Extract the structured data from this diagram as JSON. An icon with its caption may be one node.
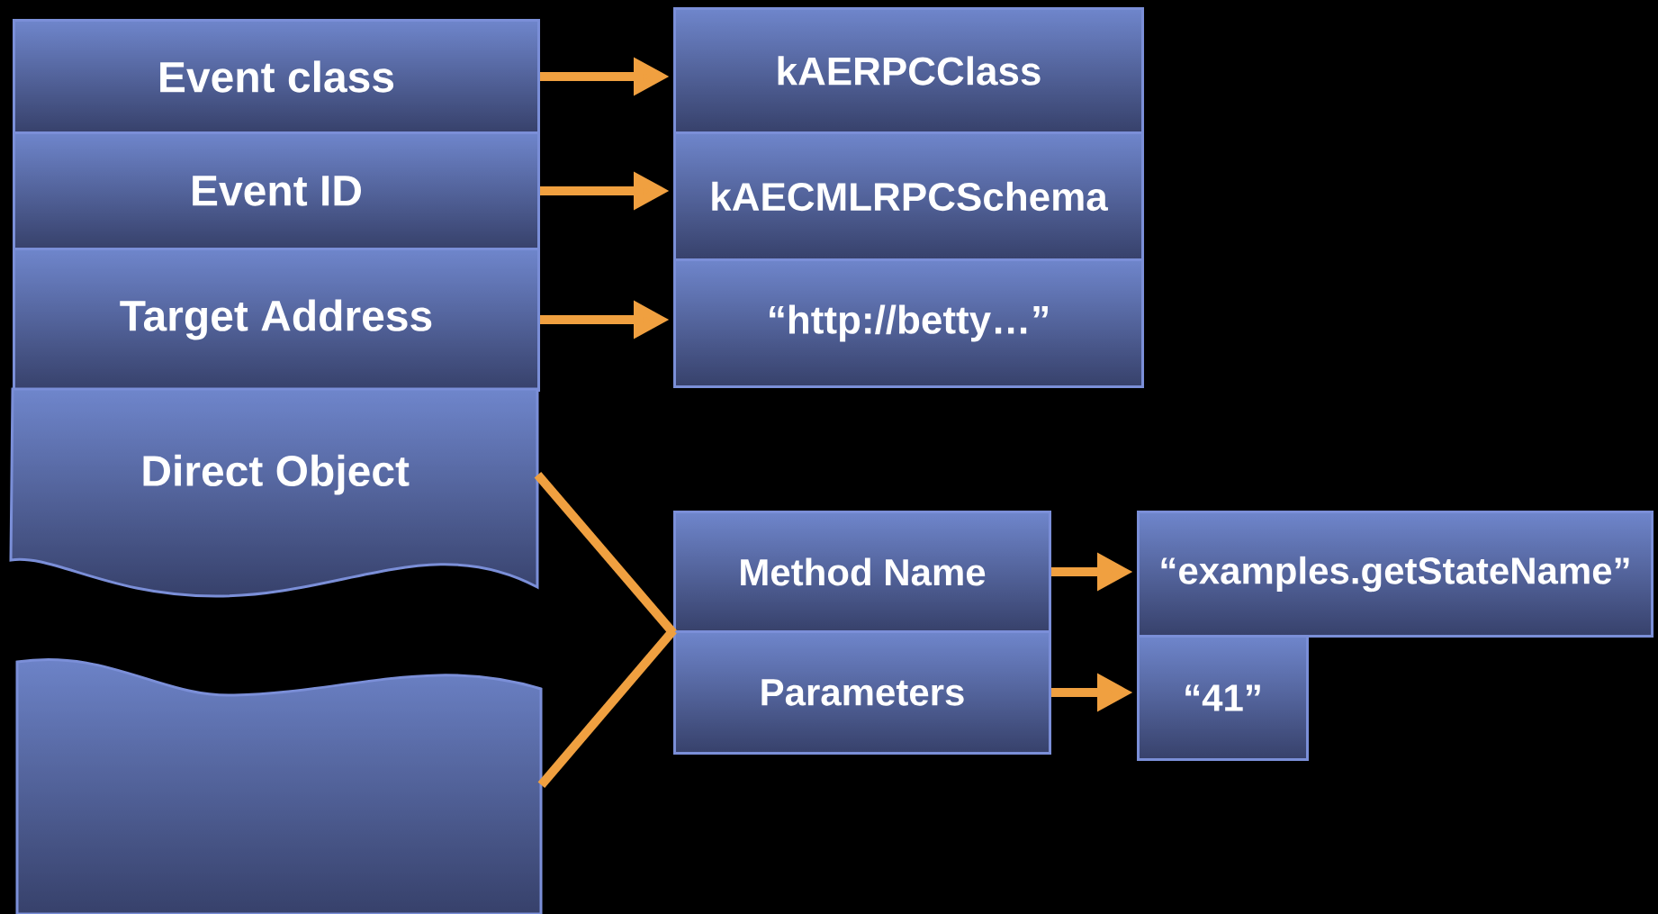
{
  "diagram": {
    "nodes": [
      {
        "text": [
          "Event class"
        ]
      },
      {
        "text": [
          "Event ID"
        ]
      },
      {
        "text": [
          "Target Address"
        ]
      },
      {
        "text": [
          "Direct Object"
        ]
      },
      {
        "text": [],
        "shape": "box"
      },
      {
        "text": [
          "kAERPCClass"
        ]
      },
      {
        "text": [
          "kAECMLRPCSchema"
        ]
      },
      {
        "text": [
          "“http://betty…”"
        ]
      },
      {
        "text": [
          "Method Name"
        ]
      },
      {
        "text": [
          "Parameters"
        ]
      },
      {
        "text": [
          "“examples.getStateName”"
        ]
      },
      {
        "text": [
          "“41”"
        ]
      }
    ],
    "edges": [
      {
        "from": 0,
        "to": 5,
        "arrow": "to"
      },
      {
        "from": 1,
        "to": 6,
        "arrow": "to"
      },
      {
        "from": 2,
        "to": 7,
        "arrow": "to"
      },
      {
        "from": 3,
        "to": 8,
        "arrow": "none"
      },
      {
        "from": 4,
        "to": 9,
        "arrow": "none"
      },
      {
        "from": 8,
        "to": 10,
        "arrow": "to"
      },
      {
        "from": 9,
        "to": 11,
        "arrow": "to"
      }
    ]
  }
}
